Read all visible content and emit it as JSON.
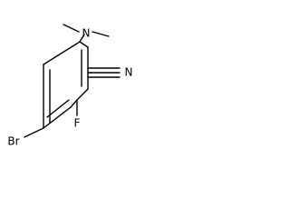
{
  "molecule": {
    "atoms": {
      "nitrogen_amine": "N",
      "nitrogen_nitrile": "N",
      "bromine": "Br",
      "fluorine": "F"
    }
  }
}
